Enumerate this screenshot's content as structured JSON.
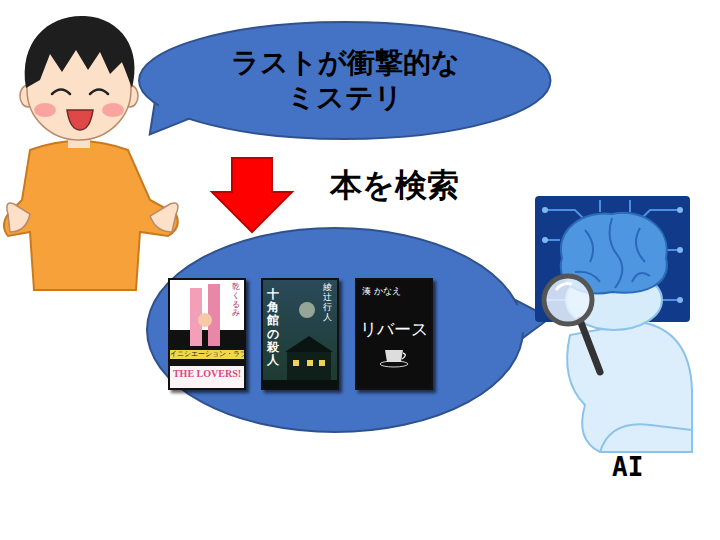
{
  "diagram": {
    "nodes": [
      {
        "text": [
          "ラストが衝撃的な ミステリ"
        ]
      },
      {
        "text": [
          "乾くるみ",
          "イニシエーション・ラブ",
          "THE LOVERS!"
        ]
      },
      {
        "text": [
          "綾辻行人",
          "十角館の殺人"
        ]
      },
      {
        "text": [
          "湊 かなえ",
          "リバース"
        ]
      }
    ],
    "labels": [
      "本を検索",
      "AI"
    ]
  }
}
